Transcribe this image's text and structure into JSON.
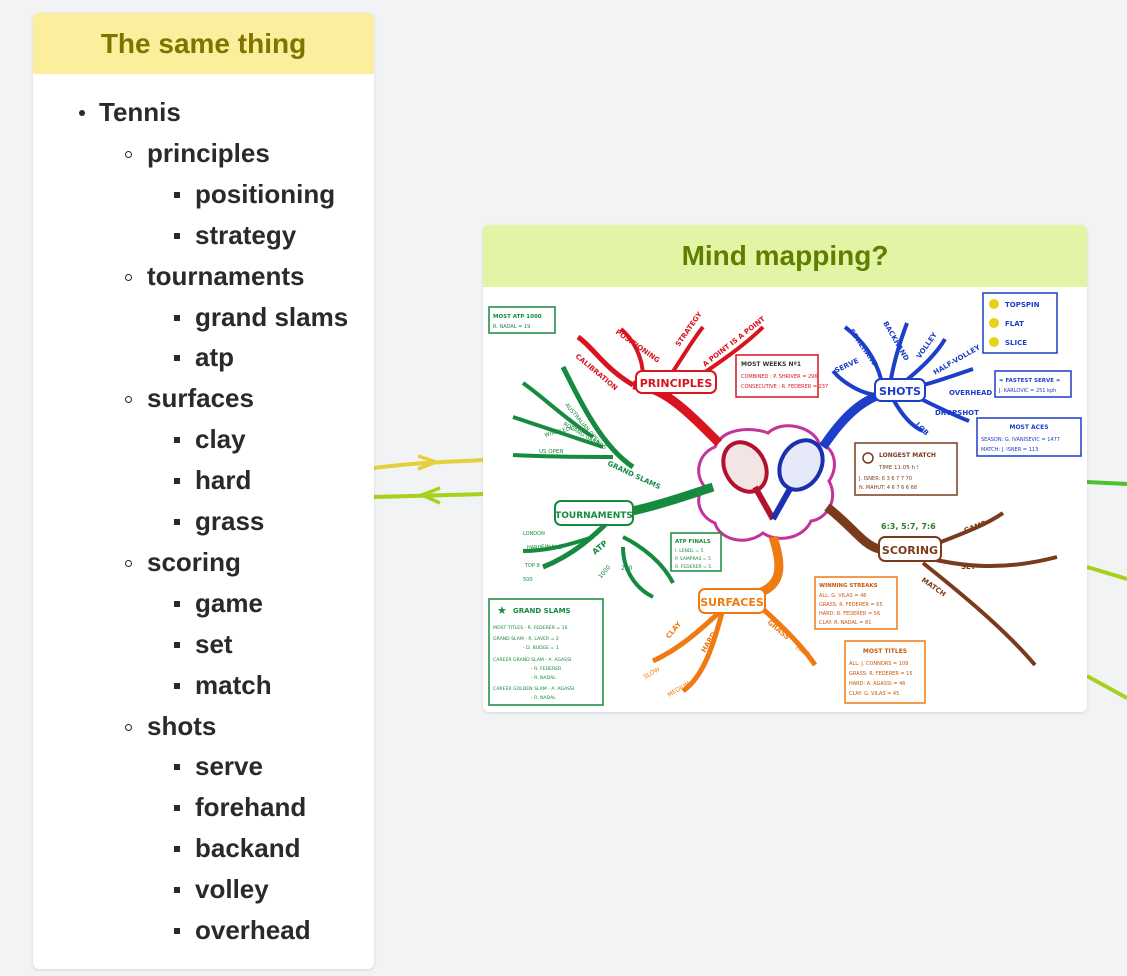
{
  "left_card": {
    "title": "The same thing",
    "outline": [
      {
        "level": 1,
        "text": "Tennis"
      },
      {
        "level": 2,
        "text": "principles"
      },
      {
        "level": 3,
        "text": "positioning"
      },
      {
        "level": 3,
        "text": "strategy"
      },
      {
        "level": 2,
        "text": "tournaments"
      },
      {
        "level": 3,
        "text": "grand slams"
      },
      {
        "level": 3,
        "text": "atp"
      },
      {
        "level": 2,
        "text": "surfaces"
      },
      {
        "level": 3,
        "text": "clay"
      },
      {
        "level": 3,
        "text": "hard"
      },
      {
        "level": 3,
        "text": "grass"
      },
      {
        "level": 2,
        "text": "scoring"
      },
      {
        "level": 3,
        "text": "game"
      },
      {
        "level": 3,
        "text": "set"
      },
      {
        "level": 3,
        "text": "match"
      },
      {
        "level": 2,
        "text": "shots"
      },
      {
        "level": 3,
        "text": "serve"
      },
      {
        "level": 3,
        "text": "forehand"
      },
      {
        "level": 3,
        "text": "backand"
      },
      {
        "level": 3,
        "text": "volley"
      },
      {
        "level": 3,
        "text": "overhead"
      }
    ]
  },
  "right_card": {
    "title": "Mind mapping?",
    "mindmap": {
      "principles": "PRINCIPLES",
      "tournaments": "TOURNAMENTS",
      "surfaces": "SURFACES",
      "scoring": "SCORING",
      "shots": "SHOTS",
      "principles_sub": [
        "CALIBRATION",
        "POSITIONING",
        "STRATEGY",
        "A POINT IS A POINT"
      ],
      "shots_sub": [
        "SERVE",
        "FOREHAND",
        "BACKHAND",
        "VOLLEY",
        "HALF-VOLLEY",
        "OVERHEAD",
        "DROPSHOT",
        "LOB"
      ],
      "surfaces_sub": [
        "CLAY",
        "HARD",
        "GRASS",
        "SLOW",
        "MEDIUM",
        "FAST"
      ],
      "scoring_sub": [
        "GAME",
        "SET",
        "MATCH",
        "6:3, 5:7, 7:6"
      ],
      "tournaments_sub": [
        "GRAND SLAMS",
        "ATP",
        "FINALS",
        "AUSTRALIAN OPEN",
        "ROLAND GARROS",
        "WIMBLEDON",
        "US OPEN",
        "LONDON",
        "HARD",
        "TOP 8",
        "1000",
        "500",
        "250"
      ],
      "legend": [
        "TOPSPIN",
        "FLAT",
        "SLICE"
      ],
      "box_most_atp": "MOST ATP 1000",
      "box_most_atp_val": "R. NADAL = 19",
      "box_weeks": "MOST WEEKS Nº1",
      "box_weeks_l1": "COMBINED : P. SHRIVER = 296",
      "box_weeks_l2": "CONSECUTIVE : R. FEDERER = 237",
      "box_fastest": "= FASTEST SERVE =",
      "box_fastest_val": "J. KARLOVIC = 251 kph",
      "box_aces": "MOST ACES",
      "box_aces_l1": "SEASON: G. IVANISEVIC = 1477",
      "box_aces_l2": "MATCH: J. ISNER = 113",
      "box_longest": "LONGEST MATCH",
      "box_longest_time": "TIME 11:05 h !",
      "box_longest_l1": "J. ISNER: 6 3 6 7 7 70",
      "box_longest_l2": "N. MAHUT: 4 6 7 6 6 68",
      "box_atp_finals": "ATP FINALS",
      "box_atp_finals_l1": "I. LENDL = 5",
      "box_atp_finals_l2": "P. SAMPRAS = 5",
      "box_atp_finals_l3": "R. FEDERER = 5",
      "box_gs": "GRAND SLAMS",
      "box_gs_l1": "MOST TITLES - R. FEDERER = 16",
      "box_gs_l2": "GRAND SLAM - R. LAVER = 2",
      "box_gs_l3": "- D. BUDGE = 1",
      "box_gs_l4": "CAREER GRAND SLAM - A. AGASSI",
      "box_gs_l5": "- R. FEDERER",
      "box_gs_l6": "- R. NADAL",
      "box_gs_l7": "CAREER GOLDEN SLAM - A. AGASSI",
      "box_gs_l8": "- R. NADAL",
      "box_streaks": "WINNING STREAKS",
      "box_streaks_l1": "ALL: G. VILAS = 46",
      "box_streaks_l2": "GRASS: R. FEDERER = 65",
      "box_streaks_l3": "HARD: R. FEDERER = 56",
      "box_streaks_l4": "CLAY: R. NADAL = 81",
      "box_titles": "MOST TITLES",
      "box_titles_l1": "ALL: J. CONNORS = 109",
      "box_titles_l2": "GRASS: R. FEDERER = 15",
      "box_titles_l3": "HARD: A. AGASSI = 46",
      "box_titles_l4": "CLAY: G. VILAS = 45"
    }
  },
  "colors": {
    "left_header": "#fbee9c",
    "left_title": "#7f7400",
    "right_header": "#e3f5a5",
    "right_title": "#5f7f00",
    "connector_yellow": "#e5cf3a",
    "connector_green": "#a6d21b",
    "connector_right": "#4cc22e"
  }
}
